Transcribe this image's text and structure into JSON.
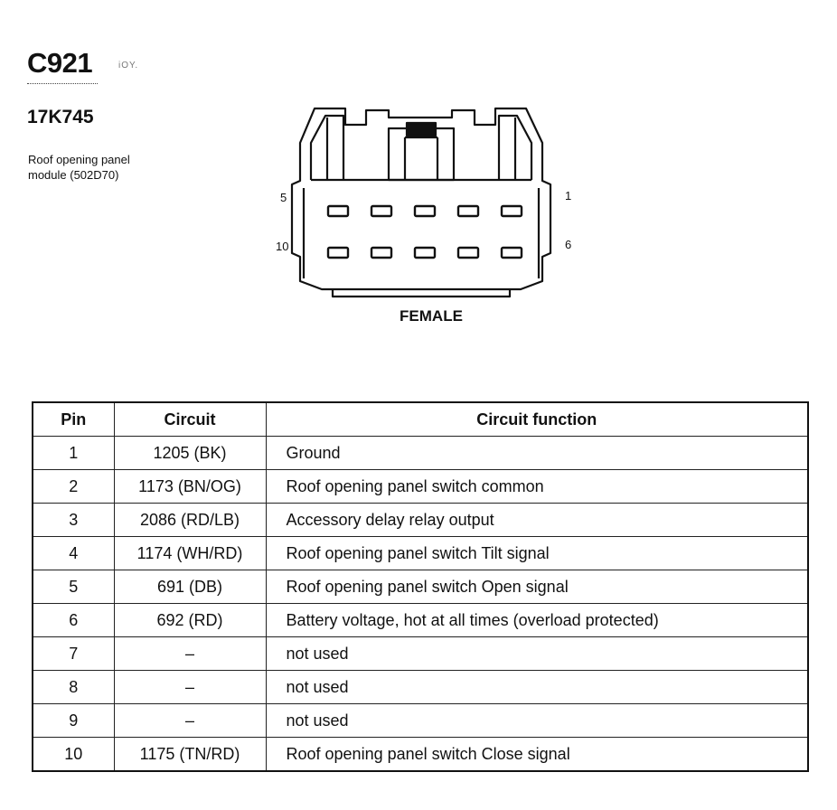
{
  "connector": {
    "code": "C921",
    "code_note": "iOY.",
    "part_number": "17K745",
    "description_lines": [
      "Roof opening panel",
      "module (502D70)"
    ],
    "pin_labels": {
      "top_left": "5",
      "top_right": "1",
      "bottom_left": "10",
      "bottom_right": "6"
    },
    "gender": "FEMALE"
  },
  "table": {
    "headers": {
      "pin": "Pin",
      "circuit": "Circuit",
      "function": "Circuit function"
    },
    "rows": [
      {
        "pin": "1",
        "circuit": "1205 (BK)",
        "function": "Ground"
      },
      {
        "pin": "2",
        "circuit": "1173 (BN/OG)",
        "function": "Roof opening panel switch  common"
      },
      {
        "pin": "3",
        "circuit": "2086 (RD/LB)",
        "function": "Accessory delay relay output"
      },
      {
        "pin": "4",
        "circuit": "1174 (WH/RD)",
        "function": "Roof opening panel switch  Tilt signal"
      },
      {
        "pin": "5",
        "circuit": "691 (DB)",
        "function": "Roof opening panel switch  Open signal"
      },
      {
        "pin": "6",
        "circuit": "692 (RD)",
        "function": "Battery voltage, hot at all times (overload protected)"
      },
      {
        "pin": "7",
        "circuit": "–",
        "function": "not used"
      },
      {
        "pin": "8",
        "circuit": "–",
        "function": "not used"
      },
      {
        "pin": "9",
        "circuit": "–",
        "function": "not used"
      },
      {
        "pin": "10",
        "circuit": "1175 (TN/RD)",
        "function": "Roof opening panel switch  Close signal"
      }
    ]
  }
}
